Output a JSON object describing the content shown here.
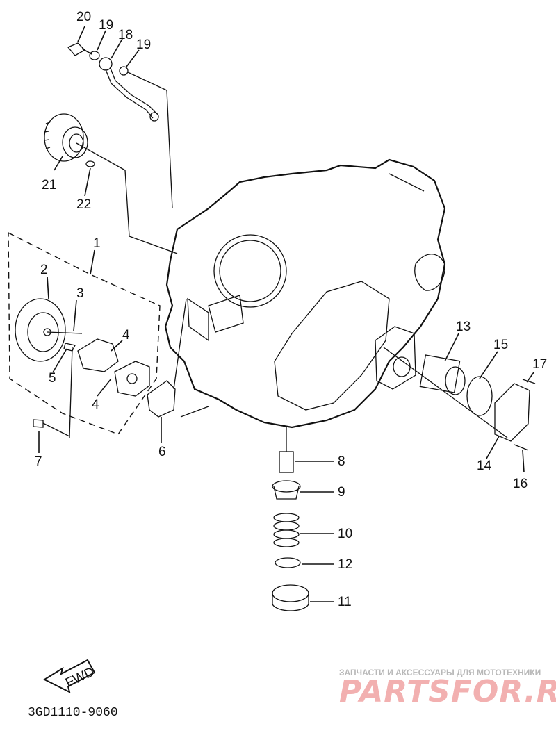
{
  "diagram": {
    "part_labels": {
      "p1": "1",
      "p2": "2",
      "p3": "3",
      "p4a": "4",
      "p4b": "4",
      "p5": "5",
      "p6": "6",
      "p7": "7",
      "p8": "8",
      "p9": "9",
      "p10": "10",
      "p11": "11",
      "p12": "12",
      "p13": "13",
      "p14": "14",
      "p15": "15",
      "p16": "16",
      "p17": "17",
      "p18": "18",
      "p19a": "19",
      "p19b": "19",
      "p20": "20",
      "p21": "21",
      "p22": "22"
    },
    "fwd_label": "FWD",
    "drawing_code": "3GD1110-9060"
  },
  "watermark": {
    "tagline": "ЗАПЧАСТИ И АКСЕССУАРЫ ДЛЯ МОТОТЕХНИКИ",
    "logo_text": "PARTSFOR.RU"
  }
}
